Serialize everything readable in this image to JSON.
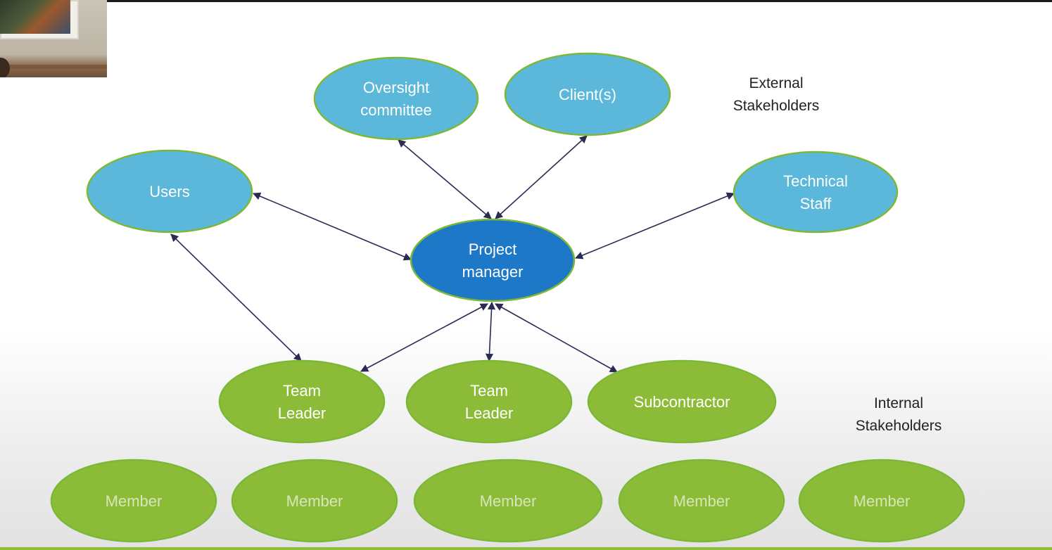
{
  "colors": {
    "external": "#5bb8da",
    "center": "#1e78c8",
    "internal": "#8cbb37",
    "outline": "#7cb838",
    "arrow": "#2a2a55"
  },
  "groups": {
    "external": [
      "External",
      "Stakeholders"
    ],
    "internal": [
      "Internal",
      "Stakeholders"
    ]
  },
  "nodes": {
    "oversight": [
      "Oversight",
      "committee"
    ],
    "clients": [
      "Client(s)"
    ],
    "users": [
      "Users"
    ],
    "technical": [
      "Technical",
      "Staff"
    ],
    "pm": [
      "Project",
      "manager"
    ],
    "leader1": [
      "Team",
      "Leader"
    ],
    "leader2": [
      "Team",
      "Leader"
    ],
    "subcontractor": [
      "Subcontractor"
    ],
    "member1": [
      "Member"
    ],
    "member2": [
      "Member"
    ],
    "member3": [
      "Member"
    ],
    "member4": [
      "Member"
    ],
    "member5": [
      "Member"
    ]
  }
}
